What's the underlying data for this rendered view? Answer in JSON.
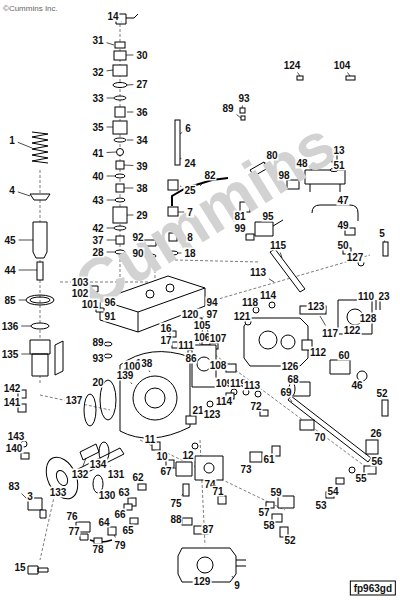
{
  "diagram": {
    "labels": [
      "©Cummins Inc.",
      "Cummins",
      "14",
      "31",
      "30",
      "32",
      "27",
      "33",
      "36",
      "35",
      "34",
      "1",
      "41",
      "39",
      "40",
      "38",
      "43",
      "4",
      "29",
      "42",
      "37",
      "28",
      "45",
      "124",
      "104",
      "93",
      "89",
      "6",
      "24",
      "25",
      "80",
      "82",
      "13",
      "48",
      "51",
      "98",
      "47",
      "7",
      "81",
      "95",
      "99",
      "92",
      "8",
      "49",
      "115",
      "50",
      "90",
      "18",
      "127",
      "5",
      "44",
      "103",
      "102",
      "101",
      "96",
      "113",
      "91",
      "85",
      "110",
      "23",
      "114",
      "118",
      "94",
      "123",
      "121",
      "97",
      "120",
      "128",
      "105",
      "136",
      "16",
      "122",
      "117",
      "106",
      "17",
      "111",
      "107",
      "89",
      "112",
      "93",
      "86",
      "60",
      "135",
      "138",
      "108",
      "100",
      "126",
      "139",
      "68",
      "20",
      "109",
      "119",
      "113",
      "46",
      "142",
      "52",
      "69",
      "141",
      "137",
      "114",
      "72",
      "21",
      "123",
      "26",
      "143",
      "70",
      "11",
      "140",
      "10",
      "12",
      "61",
      "67",
      "56",
      "134",
      "74",
      "73",
      "131",
      "132",
      "62",
      "55",
      "83",
      "75",
      "71",
      "59",
      "54",
      "63",
      "133",
      "3",
      "130",
      "53",
      "57",
      "66",
      "76",
      "88",
      "58",
      "64",
      "87",
      "65",
      "77",
      "52",
      "79",
      "78",
      "15",
      "129",
      "9",
      "fp963gd"
    ]
  }
}
